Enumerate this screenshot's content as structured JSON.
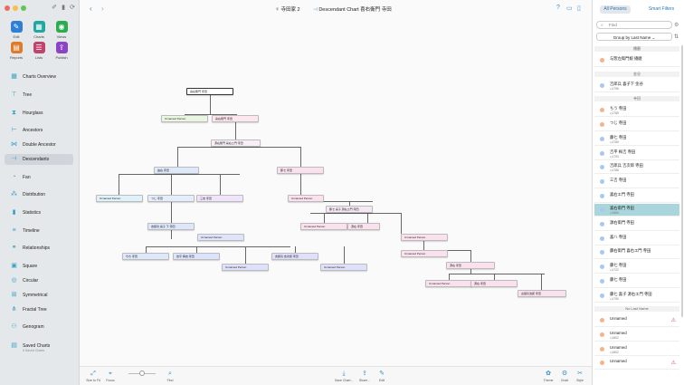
{
  "window": {
    "doc_title": "寺田家 2",
    "chart_title": "Descendant Chart 喜右衛門 寺田"
  },
  "toolbar": [
    {
      "label": "Edit",
      "icon": "pencil-icon",
      "color": "#2f7fd6",
      "glyph": "✎"
    },
    {
      "label": "Charts",
      "icon": "charts-icon",
      "color": "#1fa7a0",
      "glyph": "▦"
    },
    {
      "label": "Views",
      "icon": "eye-icon",
      "color": "#2cab4f",
      "glyph": "◉"
    },
    {
      "label": "Reports",
      "icon": "reports-icon",
      "color": "#e07a2a",
      "glyph": "▤"
    },
    {
      "label": "Lists",
      "icon": "lists-icon",
      "color": "#c2446e",
      "glyph": "☰"
    },
    {
      "label": "Publish",
      "icon": "publish-icon",
      "color": "#8a44c4",
      "glyph": "⇪"
    }
  ],
  "nav": [
    {
      "label": "Charts Overview",
      "icon": "charts-overview-icon",
      "glyph": "▦"
    },
    {
      "label": "Tree",
      "icon": "tree-icon",
      "glyph": "⊤"
    },
    {
      "label": "Hourglass",
      "icon": "hourglass-icon",
      "glyph": "⧗"
    },
    {
      "label": "Ancestors",
      "icon": "ancestors-icon",
      "glyph": "⊢"
    },
    {
      "label": "Double Ancestor",
      "icon": "double-ancestor-icon",
      "glyph": "⋈"
    },
    {
      "label": "Descendants",
      "icon": "descendants-icon",
      "glyph": "⊣"
    },
    {
      "label": "Fan",
      "icon": "fan-icon",
      "glyph": "◔"
    },
    {
      "label": "Distribution",
      "icon": "distribution-icon",
      "glyph": "⁂"
    },
    {
      "label": "Statistics",
      "icon": "statistics-icon",
      "glyph": "▮"
    },
    {
      "label": "Timeline",
      "icon": "timeline-icon",
      "glyph": "≡"
    },
    {
      "label": "Relationships",
      "icon": "relationships-icon",
      "glyph": "⚭"
    },
    {
      "label": "Square",
      "icon": "square-icon",
      "glyph": "▣"
    },
    {
      "label": "Circular",
      "icon": "circular-icon",
      "glyph": "◎"
    },
    {
      "label": "Symmetrical",
      "icon": "symmetrical-icon",
      "glyph": "⊞"
    },
    {
      "label": "Fractal Tree",
      "icon": "fractal-tree-icon",
      "glyph": "⋔"
    },
    {
      "label": "Genogram",
      "icon": "genogram-icon",
      "glyph": "⚇"
    },
    {
      "label": "Saved Charts",
      "icon": "saved-charts-icon",
      "glyph": "▤",
      "sub": "0 Saved Charts"
    }
  ],
  "selected_nav": "Descendants",
  "bottom_bar": [
    {
      "label": "Size to Fit",
      "icon": "size-to-fit-icon",
      "glyph": "⤢"
    },
    {
      "label": "Focus",
      "icon": "focus-icon",
      "glyph": "⌖"
    },
    {
      "label": "Find",
      "icon": "find-icon",
      "glyph": "⌕"
    },
    {
      "label": "Save Chart...",
      "icon": "save-chart-icon",
      "glyph": "⤓"
    },
    {
      "label": "Share...",
      "icon": "share-icon",
      "glyph": "⇪"
    },
    {
      "label": "Edit",
      "icon": "edit-chart-icon",
      "glyph": "✎"
    },
    {
      "label": "Theme",
      "icon": "theme-icon",
      "glyph": "✿"
    },
    {
      "label": "Chart",
      "icon": "chart-icon",
      "glyph": "⚙"
    },
    {
      "label": "Style",
      "icon": "style-icon",
      "glyph": "✂"
    }
  ],
  "chart_nodes": [
    {
      "name": "喜右衛門 寺田",
      "color": "#ffffff"
    },
    {
      "name": "Unnamed Person",
      "color": "#eaf7e0"
    },
    {
      "name": "喜右衛門 寺田",
      "color": "#fde6ee"
    },
    {
      "name": "源右衛門 喜右エ門 寺田",
      "color": "#f8eef6"
    },
    {
      "name": "由右 寺田",
      "color": "#dde8fb"
    },
    {
      "name": "藤七 寺田",
      "color": "#fbe1ee"
    },
    {
      "name": "Unnamed Person",
      "color": "#dff1fb"
    },
    {
      "name": "つじ 寺田",
      "color": "#e5ecfb"
    },
    {
      "name": "三吉 寺田",
      "color": "#efe4fb"
    },
    {
      "name": "Unnamed Person",
      "color": "#fbe1ee"
    },
    {
      "name": "藤七 喜子 源右エ門 寺田",
      "color": "#f4e8f4"
    },
    {
      "name": "吉郎兵 喜子 下 寺田",
      "color": "#dde6fb"
    },
    {
      "name": "Unnamed Person",
      "color": "#dfe3fb"
    },
    {
      "name": "Unnamed Person",
      "color": "#fbe1ee"
    },
    {
      "name": "源右 寺田",
      "color": "#fbe1ee"
    },
    {
      "name": "Unnamed Person",
      "color": "#fbe1ee"
    },
    {
      "name": "ちち 寺田",
      "color": "#dfe8fb"
    },
    {
      "name": "吉平 梅吉 寺田",
      "color": "#dde3fb"
    },
    {
      "name": "Unnamed Person",
      "color": "#dfe1fb"
    },
    {
      "name": "吉郎兵 吉次郎 寺田",
      "color": "#dfe1fb"
    },
    {
      "name": "Unnamed Person",
      "color": "#dfe1fb"
    },
    {
      "name": "Unnamed Person",
      "color": "#fbe1ee"
    },
    {
      "name": "源右 寺田",
      "color": "#fbe1ee"
    },
    {
      "name": "Unnamed Person",
      "color": "#fbe1ee"
    },
    {
      "name": "源右 寺田",
      "color": "#fbe1ee"
    },
    {
      "name": "古舘兵治郎 寺田",
      "color": "#fbe1ee"
    }
  ],
  "rpanel": {
    "all_persons": "All Persons",
    "smart_filters": "Smart Filters",
    "find_placeholder": "Find",
    "group_by": "Group by Last Name",
    "groups": [
      {
        "title": "播磨",
        "persons": [
          {
            "name": "与惣左衛門娘 播磨",
            "year": "",
            "color": "#f5b38a"
          }
        ]
      },
      {
        "title": "金谷",
        "persons": [
          {
            "name": "吉郎兵 喜子下 金谷",
            "year": "◇1796",
            "color": "#a9c8ee"
          }
        ]
      },
      {
        "title": "寺田",
        "persons": [
          {
            "name": "ちう 寺田",
            "year": "◇1789",
            "color": "#f5b38a"
          },
          {
            "name": "つじ 寺田",
            "year": "",
            "color": "#f5b38a"
          },
          {
            "name": "藤七 寺田",
            "year": "◇1780",
            "color": "#a9c8ee"
          },
          {
            "name": "吉平 梅吉 寺田",
            "year": "◇1793",
            "color": "#a9c8ee"
          },
          {
            "name": "吉郎兵 吉次郎 寺田",
            "year": "◇1786",
            "color": "#a9c8ee"
          },
          {
            "name": "三吉 寺田",
            "year": "",
            "color": "#a9c8ee"
          },
          {
            "name": "喜右エ門 寺田",
            "year": "",
            "color": "#a9c8ee"
          },
          {
            "name": "喜右衛門 寺田",
            "year": "◇1664",
            "color": "#a9c8ee"
          },
          {
            "name": "源右衛門 寺田",
            "year": "",
            "color": "#a9c8ee"
          },
          {
            "name": "喜八 寺田",
            "year": "",
            "color": "#a9c8ee"
          },
          {
            "name": "藤右衛門 喜右エ門 寺田",
            "year": "",
            "color": "#a9c8ee"
          },
          {
            "name": "藤七 寺田",
            "year": "◇1722",
            "color": "#a9c8ee"
          },
          {
            "name": "藤七 寺田",
            "year": "",
            "color": "#a9c8ee"
          },
          {
            "name": "藤七 喜子 源右エ門 寺田",
            "year": "◇1750",
            "color": "#a9c8ee"
          }
        ]
      },
      {
        "title": "No Last Name",
        "persons": [
          {
            "name": "Unnamed",
            "year": "",
            "color": "#f5b38a",
            "warn": true
          },
          {
            "name": "Unnamed",
            "year": "◇1802",
            "color": "#f5b38a"
          },
          {
            "name": "Unnamed",
            "year": "◇1802",
            "color": "#f5b38a"
          },
          {
            "name": "Unnamed",
            "year": "",
            "color": "#f5b38a",
            "warn": true
          }
        ]
      }
    ],
    "selected": "喜右衛門 寺田"
  }
}
